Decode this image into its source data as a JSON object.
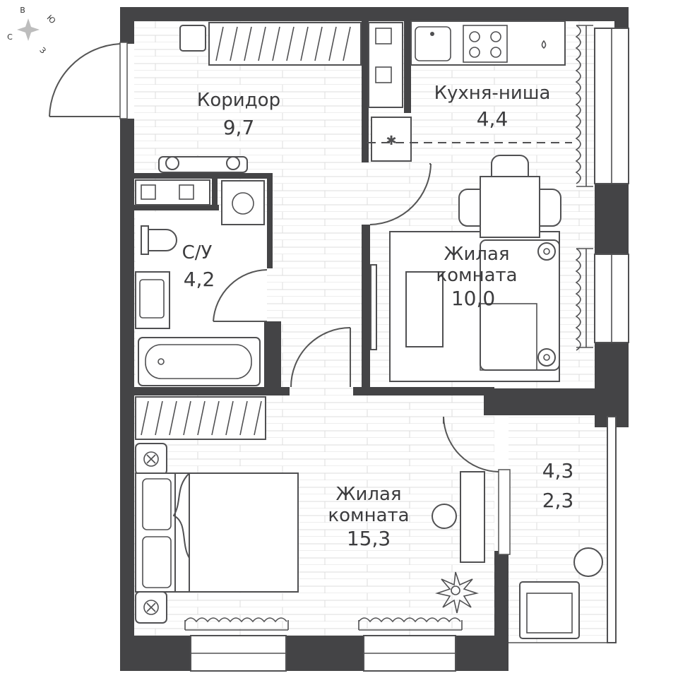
{
  "compass": {
    "north": "Ю",
    "south": "С",
    "east": "В",
    "west": "З"
  },
  "rooms": {
    "corridor": {
      "label": "Коридор",
      "area": "9,7"
    },
    "kitchen": {
      "label": "Кухня-ниша",
      "area": "4,4"
    },
    "bathroom": {
      "label": "С/У",
      "area": "4,2"
    },
    "living_small": {
      "label_line1": "Жилая",
      "label_line2": "комната",
      "area": "10,0"
    },
    "living_big": {
      "label_line1": "Жилая",
      "label_line2": "комната",
      "area": "15,3"
    },
    "balcony": {
      "area_line1": "4,3",
      "area_line2": "2,3"
    }
  },
  "colors": {
    "wall": "#444446",
    "floor_line": "#dcdcdc",
    "furniture_stroke": "#505052"
  }
}
